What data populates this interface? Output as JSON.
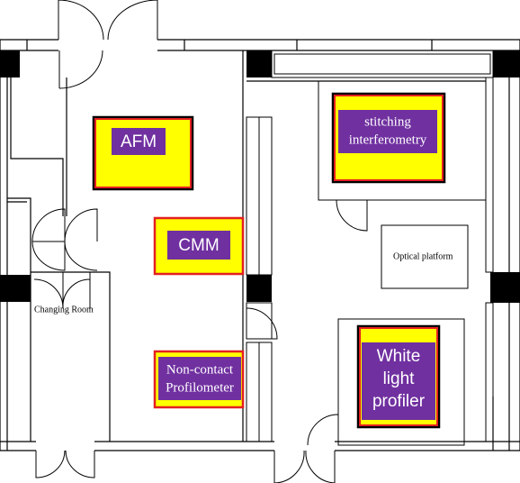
{
  "colors": {
    "outline": "#000000",
    "pillar": "#000000",
    "equipment_fill": "#ffff00",
    "equipment_border": "#e32020",
    "label_fill": "#7030a0",
    "label_text": "#ffffff"
  },
  "equipment": {
    "afm": "AFM",
    "cmm": "CMM",
    "non_contact_profilometer_line1": "Non-contact",
    "non_contact_profilometer_line2": "Profilometer",
    "stitching_interferometry_line1": "stitching",
    "stitching_interferometry_line2": "interferometry",
    "white_light_profiler_line1": "White",
    "white_light_profiler_line2": "light",
    "white_light_profiler_line3": "profiler"
  },
  "rooms": {
    "changing_room": "Changing Room",
    "optical_platform": "Optical platform"
  }
}
